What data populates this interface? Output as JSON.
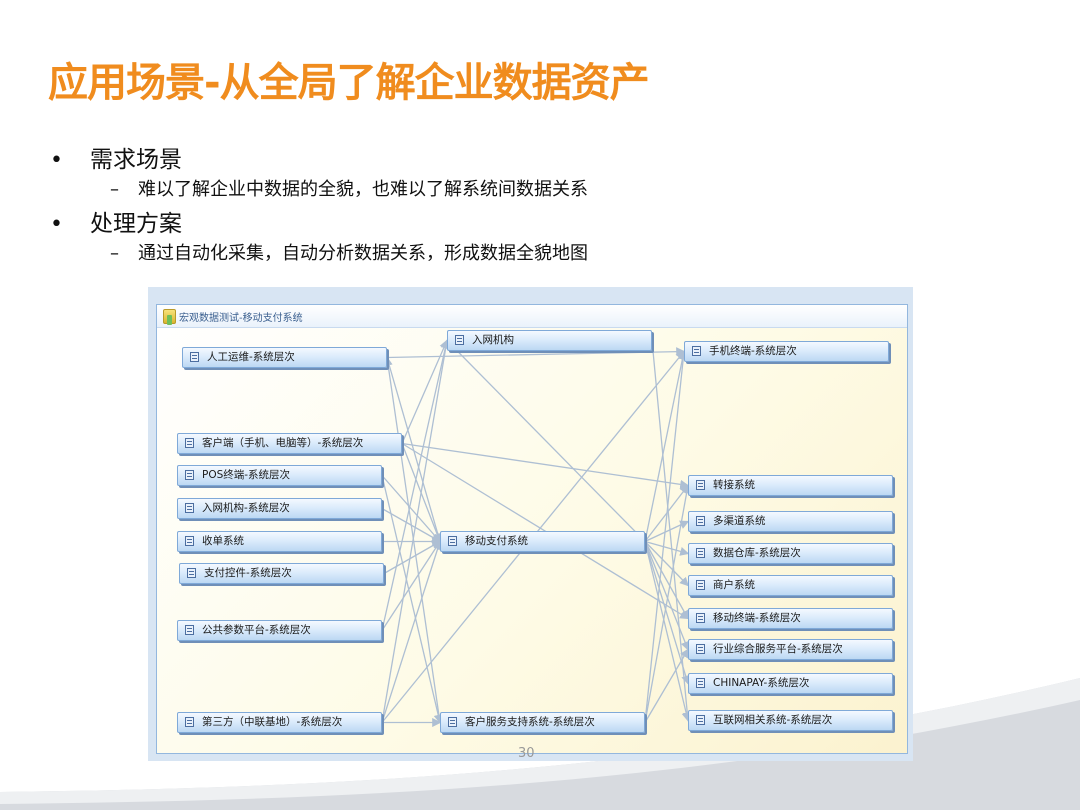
{
  "slide": {
    "title": "应用场景-从全局了解企业数据资产",
    "page_number": "30",
    "bullets": [
      {
        "text": "需求场景",
        "sub": "难以了解企业中数据的全貌，也难以了解系统间数据关系"
      },
      {
        "text": "处理方案",
        "sub": "通过自动化采集，自动分析数据关系，形成数据全貌地图"
      }
    ],
    "bullet_marker": "•",
    "sub_marker": "–",
    "colors": {
      "title": "#f08c1e",
      "node_border": "#7fa9d8",
      "link": "#aebfd3"
    }
  },
  "app": {
    "window_title": "宏观数据测试-移动支付系统",
    "icons": {
      "window": "folder-icon",
      "node": "system-node-icon"
    },
    "nodes": [
      {
        "id": "rengong",
        "label": "人工运维-系统层次"
      },
      {
        "id": "ruwang_top",
        "label": "入网机构"
      },
      {
        "id": "shouji",
        "label": "手机终端-系统层次"
      },
      {
        "id": "kehuduan",
        "label": "客户端（手机、电脑等）-系统层次"
      },
      {
        "id": "pos",
        "label": "POS终端-系统层次"
      },
      {
        "id": "ruwang_layer",
        "label": "入网机构-系统层次"
      },
      {
        "id": "shoudan",
        "label": "收单系统"
      },
      {
        "id": "zhifukongjian",
        "label": "支付控件-系统层次"
      },
      {
        "id": "gonggong",
        "label": "公共参数平台-系统层次"
      },
      {
        "id": "disanfang",
        "label": "第三方（中联基地）-系统层次"
      },
      {
        "id": "yidong",
        "label": "移动支付系统"
      },
      {
        "id": "kehufuwu",
        "label": "客户服务支持系统-系统层次"
      },
      {
        "id": "zhuanjie",
        "label": "转接系统"
      },
      {
        "id": "duoqudao",
        "label": "多渠道系统"
      },
      {
        "id": "shujucangku",
        "label": "数据仓库-系统层次"
      },
      {
        "id": "shanghu",
        "label": "商户系统"
      },
      {
        "id": "yidongzhongduan",
        "label": "移动终端-系统层次"
      },
      {
        "id": "hangye",
        "label": "行业综合服务平台-系统层次"
      },
      {
        "id": "chinapay",
        "label": "CHINAPAY-系统层次"
      },
      {
        "id": "hulianwang",
        "label": "互联网相关系统-系统层次"
      }
    ],
    "edges": [
      [
        "rengong",
        "yidong"
      ],
      [
        "kehuduan",
        "yidong"
      ],
      [
        "pos",
        "yidong"
      ],
      [
        "ruwang_layer",
        "yidong"
      ],
      [
        "shoudan",
        "yidong"
      ],
      [
        "zhifukongjian",
        "yidong"
      ],
      [
        "gonggong",
        "yidong"
      ],
      [
        "disanfang",
        "yidong"
      ],
      [
        "ruwang_top",
        "yidong"
      ],
      [
        "yidong",
        "zhuanjie"
      ],
      [
        "yidong",
        "duoqudao"
      ],
      [
        "yidong",
        "shujucangku"
      ],
      [
        "yidong",
        "shanghu"
      ],
      [
        "yidong",
        "yidongzhongduan"
      ],
      [
        "yidong",
        "hangye"
      ],
      [
        "yidong",
        "chinapay"
      ],
      [
        "yidong",
        "hulianwang"
      ],
      [
        "yidong",
        "shouji"
      ],
      [
        "disanfang",
        "kehufuwu"
      ],
      [
        "kehufuwu",
        "shouji"
      ],
      [
        "kehufuwu",
        "zhuanjie"
      ],
      [
        "kehufuwu",
        "hangye"
      ],
      [
        "kehuduan",
        "zhuanjie"
      ],
      [
        "kehuduan",
        "yidongzhongduan"
      ],
      [
        "ruwang_top",
        "hulianwang"
      ],
      [
        "rengong",
        "shouji"
      ],
      [
        "disanfang",
        "ruwang_top"
      ],
      [
        "gonggong",
        "ruwang_top"
      ],
      [
        "kehuduan",
        "ruwang_top"
      ],
      [
        "disanfang",
        "shouji"
      ],
      [
        "kehufuwu",
        "rengong"
      ],
      [
        "pos",
        "kehufuwu"
      ]
    ]
  }
}
